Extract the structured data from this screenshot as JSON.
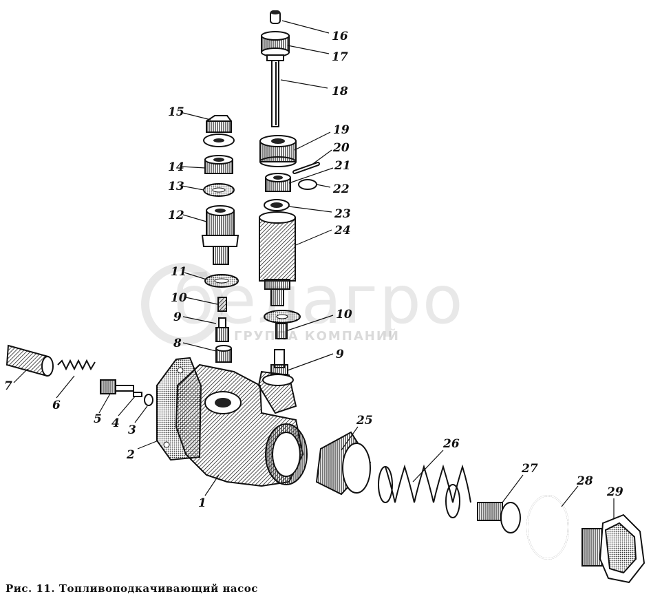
{
  "figure": {
    "caption": "Рис. 11. Топливоподкачивающий насос",
    "watermark": {
      "brand": "белагро",
      "subtitle": "ГРУППА КОМПАНИЙ"
    },
    "parts": [
      {
        "id": 1,
        "label": "1"
      },
      {
        "id": 2,
        "label": "2"
      },
      {
        "id": 3,
        "label": "3"
      },
      {
        "id": 4,
        "label": "4"
      },
      {
        "id": 5,
        "label": "5"
      },
      {
        "id": 6,
        "label": "6"
      },
      {
        "id": 7,
        "label": "7"
      },
      {
        "id": 8,
        "label": "8"
      },
      {
        "id": 9,
        "label": "9"
      },
      {
        "id": 90,
        "label": "9"
      },
      {
        "id": 10,
        "label": "10"
      },
      {
        "id": 100,
        "label": "10"
      },
      {
        "id": 11,
        "label": "11"
      },
      {
        "id": 12,
        "label": "12"
      },
      {
        "id": 13,
        "label": "13"
      },
      {
        "id": 14,
        "label": "14"
      },
      {
        "id": 15,
        "label": "15"
      },
      {
        "id": 16,
        "label": "16"
      },
      {
        "id": 17,
        "label": "17"
      },
      {
        "id": 18,
        "label": "18"
      },
      {
        "id": 19,
        "label": "19"
      },
      {
        "id": 20,
        "label": "20"
      },
      {
        "id": 21,
        "label": "21"
      },
      {
        "id": 22,
        "label": "22"
      },
      {
        "id": 23,
        "label": "23"
      },
      {
        "id": 24,
        "label": "24"
      },
      {
        "id": 25,
        "label": "25"
      },
      {
        "id": 26,
        "label": "26"
      },
      {
        "id": 27,
        "label": "27"
      },
      {
        "id": 28,
        "label": "28"
      },
      {
        "id": 29,
        "label": "29"
      }
    ]
  }
}
